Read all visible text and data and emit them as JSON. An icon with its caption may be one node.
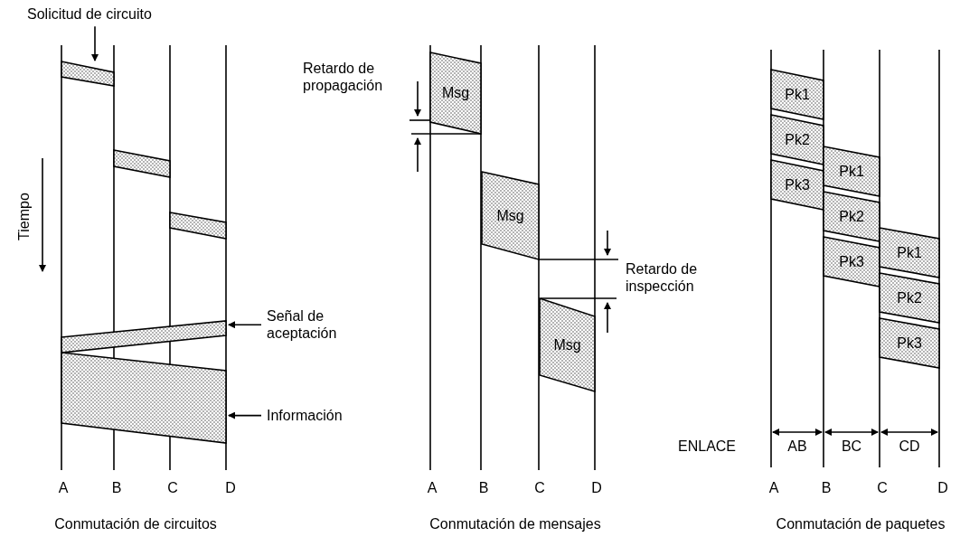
{
  "diagram": {
    "nodes": [
      {
        "text": [
          "Solicitud de circuito"
        ]
      },
      {
        "text": [],
        "shape": "band"
      },
      {
        "text": [],
        "shape": "band"
      },
      {
        "text": [],
        "shape": "band"
      },
      {
        "text": [
          "Señal de aceptación"
        ]
      },
      {
        "text": [],
        "shape": "band"
      },
      {
        "text": [
          "Información"
        ]
      },
      {
        "text": [],
        "shape": "band"
      },
      {
        "text": [
          "Msg"
        ]
      },
      {
        "text": [
          "Msg"
        ]
      },
      {
        "text": [
          "Msg"
        ]
      },
      {
        "text": [
          "Pk1"
        ]
      },
      {
        "text": [
          "Pk2"
        ]
      },
      {
        "text": [
          "Pk3"
        ]
      },
      {
        "text": [
          "Pk1"
        ]
      },
      {
        "text": [
          "Pk2"
        ]
      },
      {
        "text": [
          "Pk3"
        ]
      },
      {
        "text": [
          "Pk1"
        ]
      },
      {
        "text": [
          "Pk2"
        ]
      },
      {
        "text": [
          "Pk3"
        ]
      }
    ],
    "edges": [
      {
        "from": 0,
        "to": 1,
        "arrow": "to"
      },
      {
        "from": 4,
        "to": 5,
        "arrow": "to"
      },
      {
        "from": 6,
        "to": 7,
        "arrow": "to"
      }
    ],
    "labels": [
      "Tiempo",
      "Retardo de propagación",
      "Retardo de inspección",
      "ENLACE",
      "AB",
      "BC",
      "CD",
      "A",
      "B",
      "C",
      "D",
      "A",
      "B",
      "C",
      "D",
      "A",
      "B",
      "C",
      "D",
      "Conmutación de circuitos",
      "Conmutación de mensajes",
      "Conmutación de paquetes"
    ]
  }
}
